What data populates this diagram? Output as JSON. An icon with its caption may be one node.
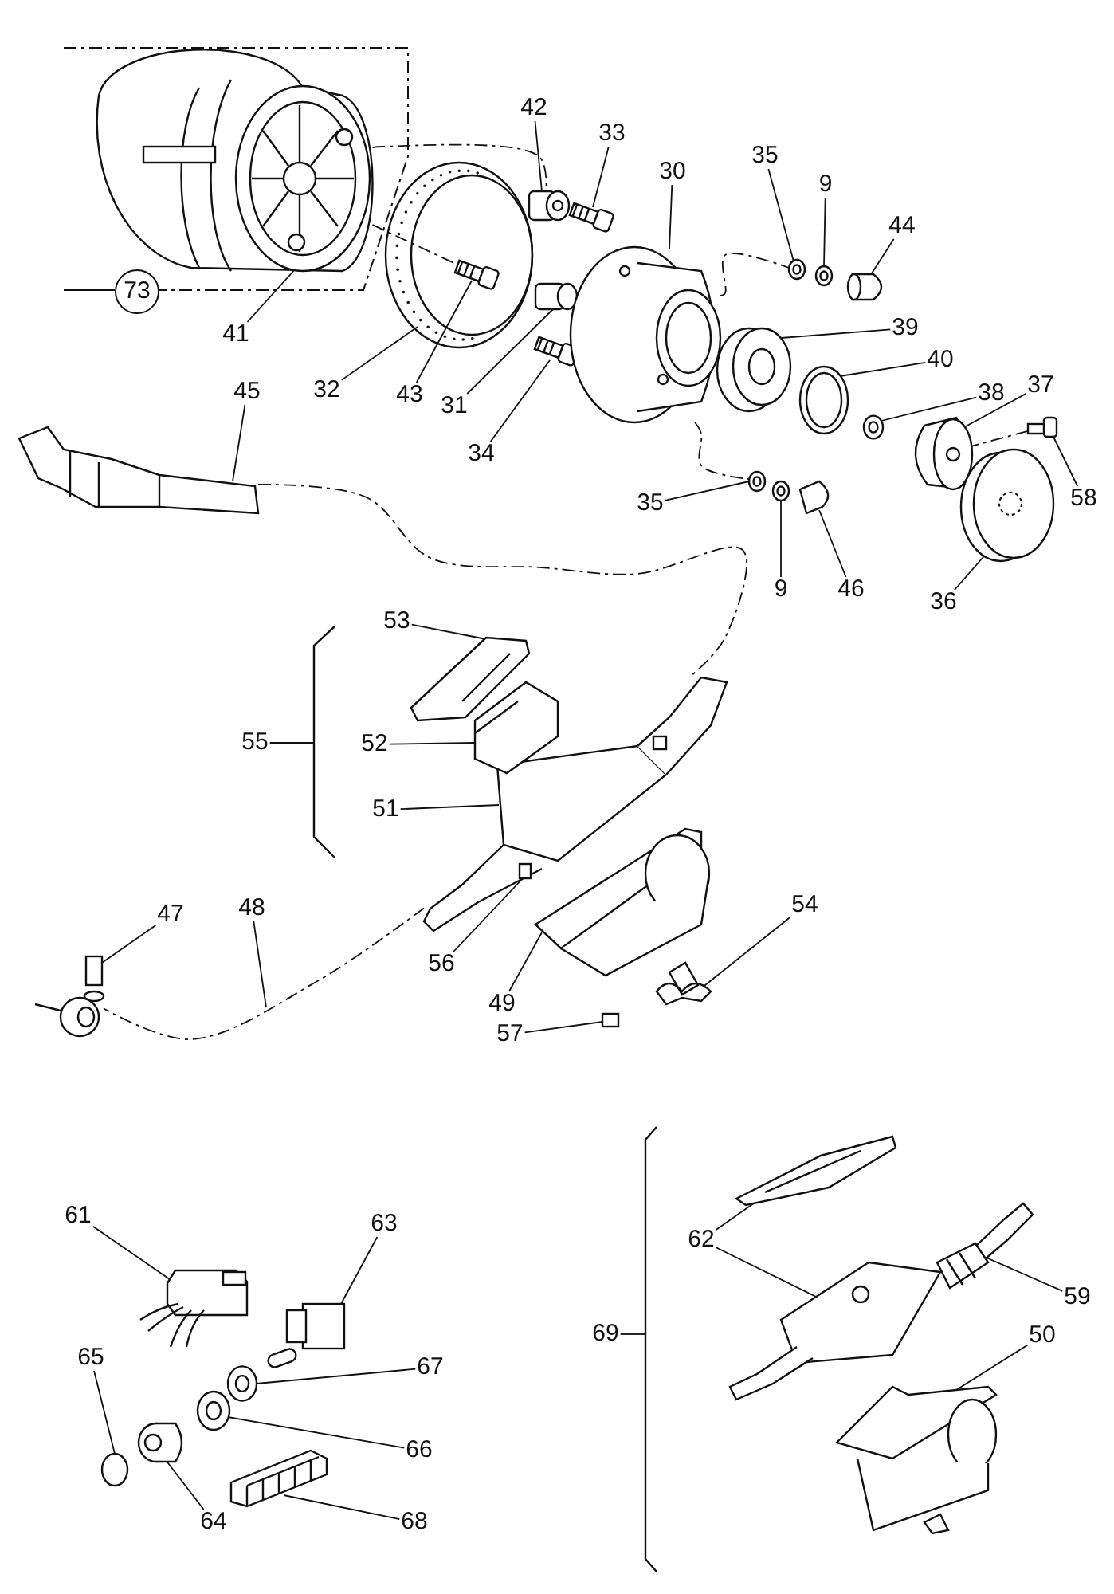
{
  "diagram": {
    "nodes": [
      {
        "text": [
          "42"
        ]
      },
      {
        "text": [
          "33"
        ]
      },
      {
        "text": [
          "35"
        ]
      },
      {
        "text": [
          "30"
        ]
      },
      {
        "text": [
          "9"
        ]
      },
      {
        "text": [
          "44"
        ]
      },
      {
        "text": [
          "73"
        ]
      },
      {
        "text": [
          "39"
        ]
      },
      {
        "text": [
          "41"
        ]
      },
      {
        "text": [
          "40"
        ]
      },
      {
        "text": [
          "37"
        ]
      },
      {
        "text": [
          "32"
        ]
      },
      {
        "text": [
          "45"
        ]
      },
      {
        "text": [
          "38"
        ]
      },
      {
        "text": [
          "43"
        ]
      },
      {
        "text": [
          "31"
        ]
      },
      {
        "text": [
          "34"
        ]
      },
      {
        "text": [
          "58"
        ]
      },
      {
        "text": [
          "35"
        ]
      },
      {
        "text": [
          "9"
        ]
      },
      {
        "text": [
          "46"
        ]
      },
      {
        "text": [
          "36"
        ]
      },
      {
        "text": [
          "53"
        ]
      },
      {
        "text": [
          "55"
        ]
      },
      {
        "text": [
          "52"
        ]
      },
      {
        "text": [
          "51"
        ]
      },
      {
        "text": [
          "54"
        ]
      },
      {
        "text": [
          "48"
        ]
      },
      {
        "text": [
          "47"
        ]
      },
      {
        "text": [
          "56"
        ]
      },
      {
        "text": [
          "49"
        ]
      },
      {
        "text": [
          "57"
        ]
      },
      {
        "text": [
          "61"
        ]
      },
      {
        "text": [
          "63"
        ]
      },
      {
        "text": [
          "62"
        ]
      },
      {
        "text": [
          "59"
        ]
      },
      {
        "text": [
          "69"
        ]
      },
      {
        "text": [
          "50"
        ]
      },
      {
        "text": [
          "65"
        ]
      },
      {
        "text": [
          "67"
        ]
      },
      {
        "text": [
          "66"
        ]
      },
      {
        "text": [
          "64"
        ]
      },
      {
        "text": [
          "68"
        ]
      },
      {
        "text": [],
        "shape": "picture"
      },
      {
        "text": [],
        "shape": "box"
      },
      {
        "text": [],
        "shape": "picture"
      },
      {
        "text": [],
        "shape": "picture"
      },
      {
        "text": [],
        "shape": "picture"
      },
      {
        "text": [],
        "shape": "picture"
      },
      {
        "text": [],
        "shape": "box"
      },
      {
        "text": [],
        "shape": "picture"
      },
      {
        "text": [],
        "shape": "picture",
        "in": 50
      },
      {
        "text": [],
        "shape": "box"
      },
      {
        "text": [],
        "shape": "picture"
      },
      {
        "text": [],
        "shape": "picture"
      },
      {
        "text": [],
        "shape": "picture"
      },
      {
        "text": [],
        "shape": "picture"
      },
      {
        "text": [],
        "shape": "picture"
      },
      {
        "text": [],
        "shape": "picture"
      },
      {
        "text": [],
        "shape": "picture"
      },
      {
        "text": [],
        "shape": "picture"
      },
      {
        "text": [],
        "shape": "picture"
      },
      {
        "text": [],
        "shape": "picture"
      },
      {
        "text": [],
        "shape": "picture"
      },
      {
        "text": [],
        "shape": "picture"
      },
      {
        "text": [],
        "shape": "bracket"
      },
      {
        "text": [],
        "shape": "picture",
        "in": 67
      },
      {
        "text": [],
        "shape": "picture"
      },
      {
        "text": [],
        "shape": "box",
        "in": 67
      },
      {
        "text": [],
        "shape": "picture"
      },
      {
        "text": [],
        "shape": "picture"
      },
      {
        "text": [],
        "shape": "box"
      },
      {
        "text": [],
        "shape": "picture"
      },
      {
        "text": [],
        "shape": "picture"
      },
      {
        "text": [],
        "shape": "picture"
      },
      {
        "text": [],
        "shape": "circle"
      },
      {
        "text": [],
        "shape": "picture"
      },
      {
        "text": [],
        "shape": "picture"
      },
      {
        "text": [],
        "shape": "picture"
      },
      {
        "text": [],
        "shape": "picture"
      },
      {
        "text": [],
        "shape": "bracket"
      },
      {
        "text": [],
        "shape": "picture"
      },
      {
        "text": [],
        "shape": "picture"
      },
      {
        "text": [],
        "shape": "picture",
        "in": 82
      },
      {
        "text": [],
        "shape": "picture"
      }
    ],
    "edges": [
      {
        "from": 0,
        "to": 44,
        "arrow": "none"
      },
      {
        "from": 1,
        "to": 45,
        "arrow": "none"
      },
      {
        "from": 2,
        "to": 46,
        "arrow": "none"
      },
      {
        "from": 3,
        "to": 47,
        "arrow": "none"
      },
      {
        "from": 4,
        "to": 48,
        "arrow": "none"
      },
      {
        "from": 5,
        "to": 49,
        "arrow": "none"
      },
      {
        "from": 7,
        "to": 53,
        "arrow": "none"
      },
      {
        "from": 8,
        "to": 43,
        "arrow": "none"
      },
      {
        "from": 9,
        "to": 54,
        "arrow": "none"
      },
      {
        "from": 10,
        "to": 58,
        "arrow": "none"
      },
      {
        "from": 11,
        "to": 50,
        "arrow": "none"
      },
      {
        "from": 12,
        "to": 59,
        "arrow": "none"
      },
      {
        "from": 13,
        "to": 56,
        "arrow": "none"
      },
      {
        "from": 14,
        "to": 51,
        "arrow": "none"
      },
      {
        "from": 15,
        "to": 52,
        "arrow": "none"
      },
      {
        "from": 16,
        "to": 55,
        "arrow": "none"
      },
      {
        "from": 17,
        "to": 57,
        "arrow": "none"
      },
      {
        "from": 18,
        "to": 60,
        "arrow": "none"
      },
      {
        "from": 19,
        "to": 61,
        "arrow": "none"
      },
      {
        "from": 20,
        "to": 62,
        "arrow": "none"
      },
      {
        "from": 21,
        "to": 63,
        "arrow": "none"
      },
      {
        "from": 22,
        "to": 64,
        "arrow": "none"
      },
      {
        "from": 23,
        "to": 65,
        "arrow": "none"
      },
      {
        "from": 24,
        "to": 66,
        "arrow": "none"
      },
      {
        "from": 25,
        "to": 67,
        "arrow": "none"
      },
      {
        "from": 26,
        "to": 70,
        "arrow": "none"
      },
      {
        "from": 27,
        "to": null,
        "arrow": "none"
      },
      {
        "from": 28,
        "to": 72,
        "arrow": "none"
      },
      {
        "from": 29,
        "to": 68,
        "arrow": "none"
      },
      {
        "from": 30,
        "to": 69,
        "arrow": "none"
      },
      {
        "from": 31,
        "to": 71,
        "arrow": "none"
      },
      {
        "from": 32,
        "to": 73,
        "arrow": "none"
      },
      {
        "from": 33,
        "to": 74,
        "arrow": "none"
      },
      {
        "from": 34,
        "to": 81,
        "arrow": "none"
      },
      {
        "from": 34,
        "to": 82,
        "arrow": "none"
      },
      {
        "from": 35,
        "to": 83,
        "arrow": "none"
      },
      {
        "from": 36,
        "to": 80,
        "arrow": "none"
      },
      {
        "from": 37,
        "to": 84,
        "arrow": "none"
      },
      {
        "from": 38,
        "to": 75,
        "arrow": "none"
      },
      {
        "from": 39,
        "to": 76,
        "arrow": "none"
      },
      {
        "from": 40,
        "to": 77,
        "arrow": "none"
      },
      {
        "from": 41,
        "to": 78,
        "arrow": "none"
      },
      {
        "from": 42,
        "to": 79,
        "arrow": "none"
      },
      {
        "from": 59,
        "to": 67,
        "arrow": "none",
        "style": "dashed"
      },
      {
        "from": 67,
        "to": 72,
        "arrow": "none",
        "style": "dashed"
      },
      {
        "from": 43,
        "to": 44,
        "arrow": "none",
        "style": "dashed"
      },
      {
        "from": 43,
        "to": 51,
        "arrow": "none",
        "style": "dashed"
      },
      {
        "from": 47,
        "to": 46,
        "arrow": "none",
        "style": "dashed"
      },
      {
        "from": 47,
        "to": 60,
        "arrow": "none",
        "style": "dashed"
      },
      {
        "from": 57,
        "to": 58,
        "arrow": "none",
        "style": "dashed"
      }
    ]
  }
}
